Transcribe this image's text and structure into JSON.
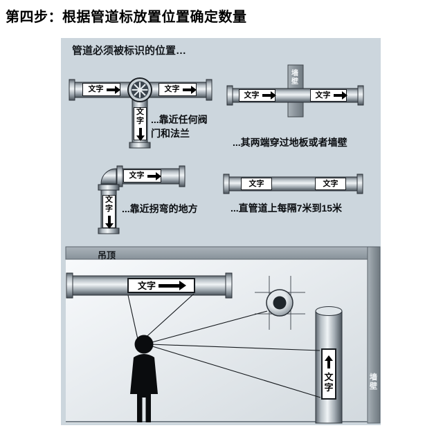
{
  "title": "第四步：根据管道标放置位置确定数量",
  "panel": {
    "header": "管道必须被标识的位置…"
  },
  "diagrams": {
    "valve": {
      "left_label": "文字",
      "right_label": "文字",
      "down_label": "文字",
      "caption_line1": "...靠近任何阀",
      "caption_line2": "门和法兰"
    },
    "wall": {
      "wall_name": "墙壁",
      "left_label": "文字",
      "right_label": "文字",
      "caption": "...其两端穿过地板或者墙壁"
    },
    "elbow": {
      "label": "文字",
      "down_label": "文字",
      "caption": "...靠近拐弯的地方"
    },
    "straight": {
      "left_label": "文字",
      "right_label": "文字",
      "caption": "...直管道上每隔7米到15米"
    }
  },
  "room": {
    "ceiling_label": "吊顶",
    "wall_label": "墙壁",
    "pipe_label": "文字",
    "riser_label": "文字"
  },
  "colors": {
    "panel_bg": "#ccd6dd",
    "pipe_dark": "#4b545c",
    "pipe_light": "#f0f4f6",
    "wall_gray": "#878f96",
    "label_border": "#14181c",
    "silhouette": "#0a0c0e"
  }
}
